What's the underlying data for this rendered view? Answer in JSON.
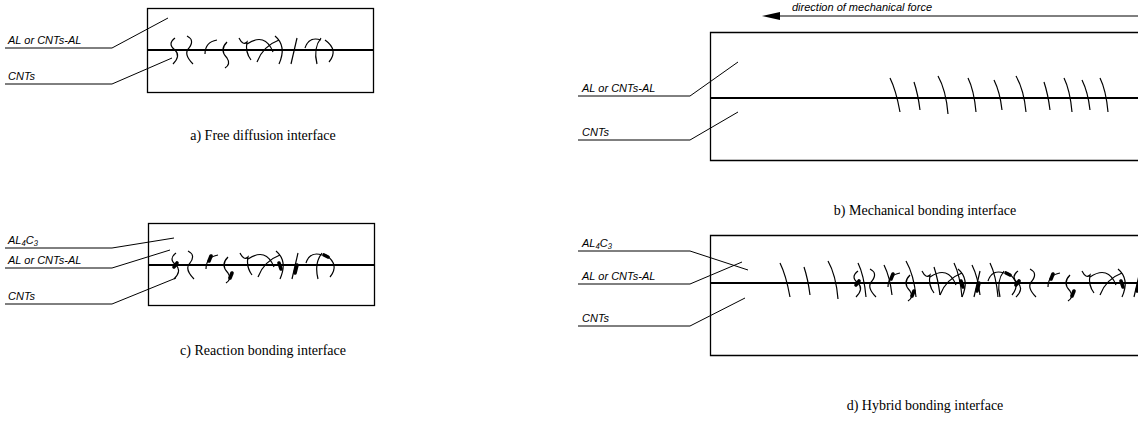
{
  "diagram": {
    "labels": [
      "AL or CNTs-AL",
      "CNTs",
      "a) Free diffusion interface",
      "direction of mechanical force",
      "AL or CNTs-AL",
      "CNTs",
      "b) Mechanical bonding interface",
      "AL₄C₃",
      "AL or CNTs-AL",
      "CNTs",
      "c) Reaction bonding interface",
      "AL₄C₃",
      "AL or CNTs-AL",
      "CNTs",
      "d) Hybrid bonding interface"
    ]
  }
}
